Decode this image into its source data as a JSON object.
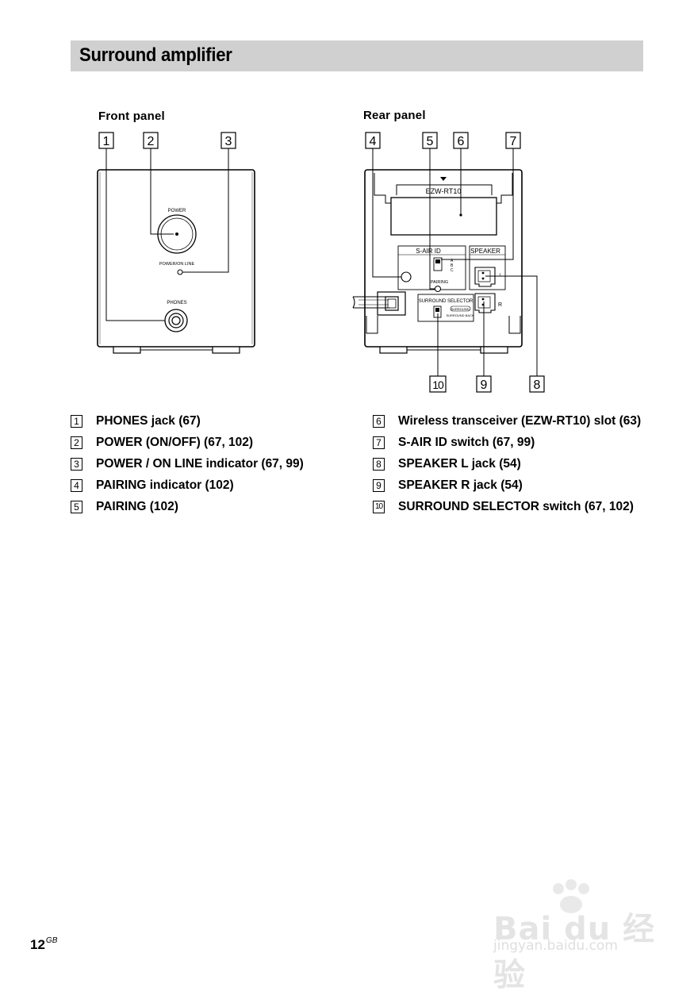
{
  "page": {
    "title": "Surround amplifier",
    "page_number": "12",
    "page_suffix": "GB"
  },
  "front_panel": {
    "heading": "Front panel",
    "callouts": [
      "1",
      "2",
      "3"
    ],
    "labels": {
      "power": "POWER",
      "power_on_line": "POWER/ON LINE",
      "phones": "PHONES"
    }
  },
  "rear_panel": {
    "heading": "Rear panel",
    "callouts_top": [
      "4",
      "5",
      "6",
      "7"
    ],
    "callouts_bottom": [
      "10",
      "9",
      "8"
    ],
    "labels": {
      "slot": "EZW-RT10",
      "s_air_id": "S-AIR ID",
      "speaker": "SPEAKER",
      "pairing": "PAIRING",
      "surround_selector": "SURROUND SELECTOR",
      "id_a": "A",
      "id_b": "B",
      "id_c": "C",
      "l": "L",
      "r": "R",
      "surround": "SURROUND",
      "surround_back": "SURROUND BACK"
    }
  },
  "items_left": [
    {
      "num": "1",
      "text": "PHONES jack (67)"
    },
    {
      "num": "2",
      "text": "POWER (ON/OFF) (67, 102)"
    },
    {
      "num": "3",
      "text": "POWER / ON LINE indicator (67, 99)"
    },
    {
      "num": "4",
      "text": "PAIRING indicator (102)"
    },
    {
      "num": "5",
      "text": "PAIRING (102)"
    }
  ],
  "items_right": [
    {
      "num": "6",
      "text": "Wireless transceiver (EZW-RT10) slot (63)"
    },
    {
      "num": "7",
      "text": "S-AIR ID switch (67, 99)"
    },
    {
      "num": "8",
      "text": "SPEAKER L jack (54)"
    },
    {
      "num": "9",
      "text": "SPEAKER R jack (54)"
    },
    {
      "num": "10",
      "text": "SURROUND SELECTOR switch (67, 102)"
    }
  ],
  "watermark": {
    "brand": "Bai du 经验",
    "url": "jingyan.baidu.com"
  }
}
